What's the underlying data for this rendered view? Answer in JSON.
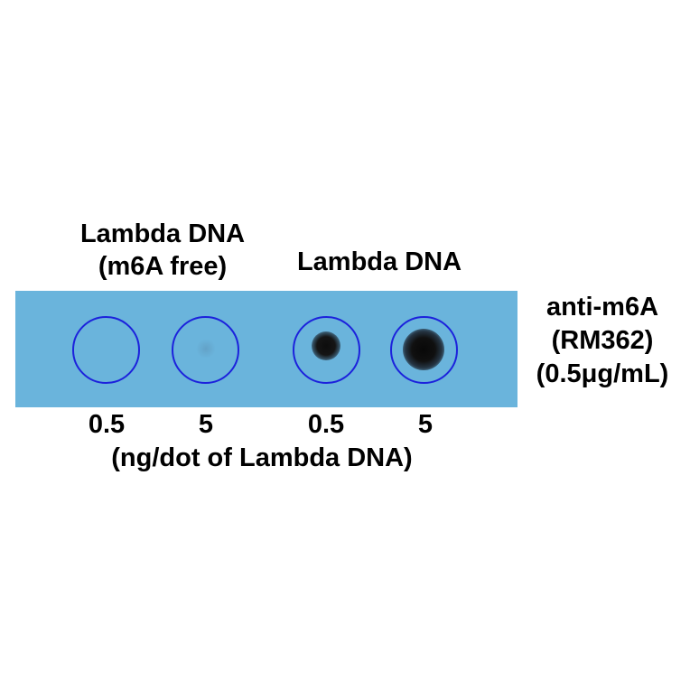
{
  "labels": {
    "group_1": {
      "line_1": "Lambda DNA",
      "line_2": "(m6A free)"
    },
    "group_2": "Lambda DNA",
    "antibody": {
      "line_1": "anti-m6A",
      "line_2": "(RM362)",
      "line_3": "(0.5μg/mL)"
    },
    "units": "(ng/dot of Lambda DNA)"
  },
  "dots": [
    {
      "amount": "0.5",
      "group": "Lambda DNA (m6A free)",
      "signal": "none"
    },
    {
      "amount": "5",
      "group": "Lambda DNA (m6A free)",
      "signal": "trace"
    },
    {
      "amount": "0.5",
      "group": "Lambda DNA",
      "signal": "strong"
    },
    {
      "amount": "5",
      "group": "Lambda DNA",
      "signal": "very strong"
    }
  ],
  "colors": {
    "membrane": "#6ab4dc",
    "circle_outline": "#1c22dc",
    "spot": "#111111"
  }
}
